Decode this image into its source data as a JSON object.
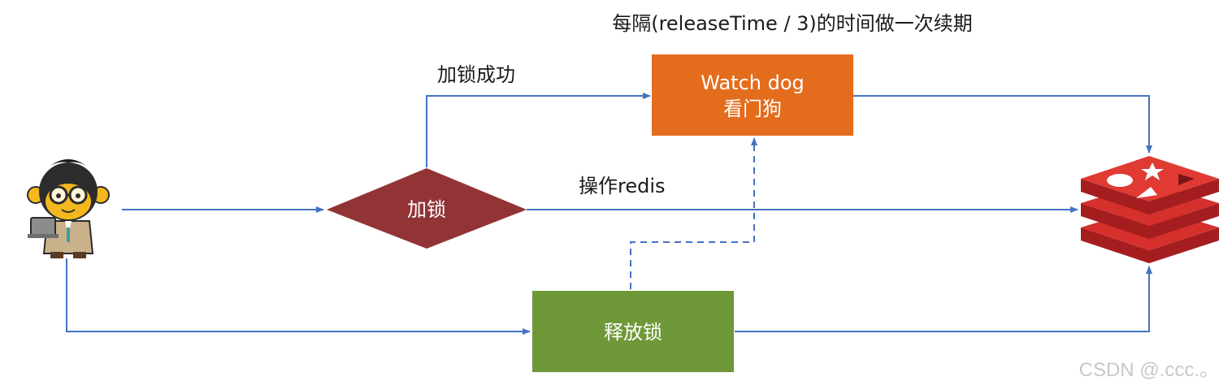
{
  "colors": {
    "arrow": "#4472c4",
    "watchdog_fill": "#e46c1d",
    "lock_fill": "#923436",
    "release_fill": "#6f9838",
    "redis_red": "#d5302b"
  },
  "labels": {
    "renewal_note": "每隔(releaseTime / 3)的时间做一次续期",
    "lock_success": "加锁成功",
    "operate_redis": "操作redis",
    "watermark": "CSDN @.ccc.。"
  },
  "nodes": {
    "watchdog": {
      "line1": "Watch dog",
      "line2": "看门狗"
    },
    "lock": {
      "label": "加锁"
    },
    "release": {
      "label": "释放锁"
    }
  },
  "icons": {
    "client": "monkey-programmer-icon",
    "redis": "redis-logo-icon"
  }
}
